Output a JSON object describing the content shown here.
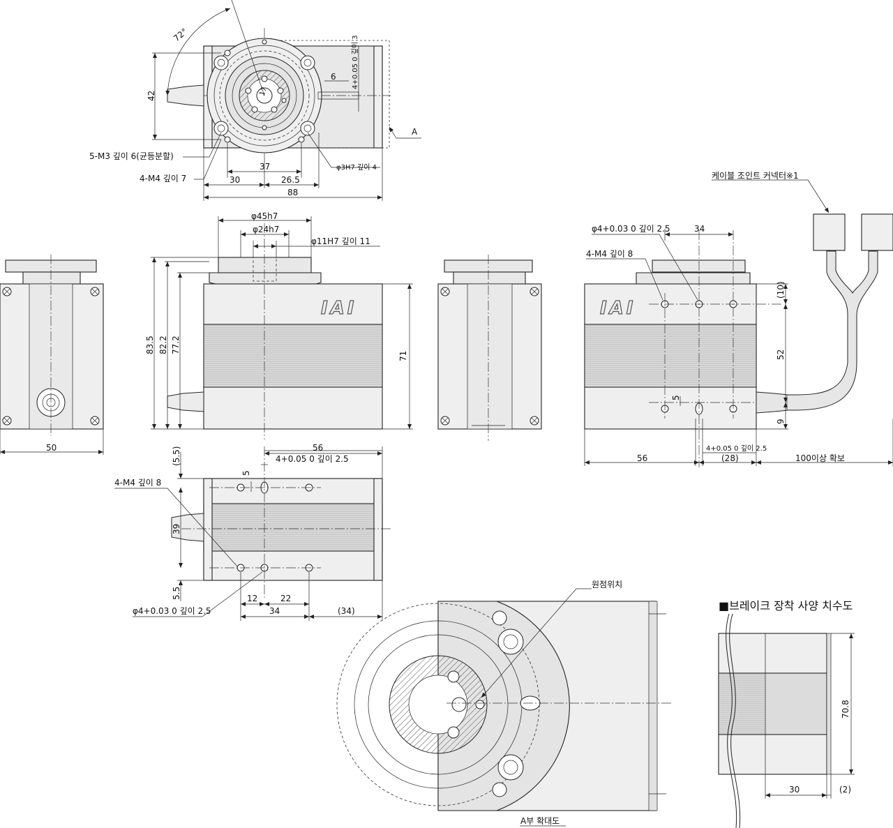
{
  "labels": {
    "m3_holes": "5-M3 깊이 6(균등분할)",
    "m4_holes_top": "4-M4 깊이 7",
    "pin_hole": "φ3H7 깊이 4",
    "key_tol_label": "4+0.05 0 깊이 3",
    "angle": "72°",
    "ref_a": "A",
    "phi45": "φ45h7",
    "phi24": "φ24h7",
    "phi11": "φ11H7 깊이 11",
    "cable_joint": "케이블 조인트 커넥터※1",
    "phi4_side": "φ4+0.03 0 깊이 2.5",
    "m4_side": "4-M4 깊이 8",
    "m4_bottom": "4-M4 깊이 8",
    "phi4_bottom": "φ4+0.03 0 깊이 2.5",
    "key_bottom": "4+0.05 0 깊이 2.5",
    "key_side": "4+0.05 0 깊이 2.5",
    "clearance": "100이상 확보",
    "origin": "원점위치",
    "detail_a": "A부 확대도",
    "brake_title": "■브레이크 장착 사양 치수도",
    "logo": "IAI"
  },
  "dims": {
    "top_42": "42",
    "top_37": "37",
    "top_30": "30",
    "top_26_5": "26.5",
    "top_88": "88",
    "top_6": "6",
    "top_17": "17",
    "front_83_5": "83.5",
    "front_82_2": "82.2",
    "front_77_2": "77.2",
    "front_71": "71",
    "left_50": "50",
    "side_34": "34",
    "side_10": "(10)",
    "side_52": "52",
    "side_5": "5",
    "side_9": "9",
    "side_56": "56",
    "side_28": "(28)",
    "bot_56": "56",
    "bot_5_5a": "(5.5)",
    "bot_5": "5",
    "bot_39": "39",
    "bot_5_5b": "5.5",
    "bot_12": "12",
    "bot_22": "22",
    "bot_34": "34",
    "bot_34p": "(34)",
    "brake_70_8": "70.8",
    "brake_30": "30",
    "brake_2": "(2)"
  }
}
